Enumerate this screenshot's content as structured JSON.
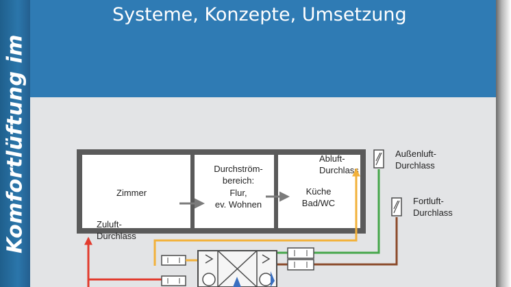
{
  "cover": {
    "spine_title": "Komfortlüftung im",
    "subtitle": "Systeme, Konzepte, Umsetzung"
  },
  "diagram": {
    "rooms": {
      "zimmer": "Zimmer",
      "zuluft_1": "Zuluft-",
      "zuluft_2": "Durchlass",
      "durch_1": "Durchström-",
      "durch_2": "bereich:",
      "durch_3": "Flur,",
      "durch_4": "ev. Wohnen",
      "abluft_1": "Abluft-",
      "abluft_2": "Durchlass",
      "kueche_1": "Küche",
      "kueche_2": "Bad/WC"
    },
    "outside": {
      "aussen_1": "Außenluft-",
      "aussen_2": "Durchlass",
      "fort_1": "Fortluft-",
      "fort_2": "Durchlass"
    }
  },
  "colors": {
    "supply": "#e23b2e",
    "extract": "#f2b13a",
    "outdoor": "#45a64a",
    "exhaust": "#8b4a2a"
  }
}
